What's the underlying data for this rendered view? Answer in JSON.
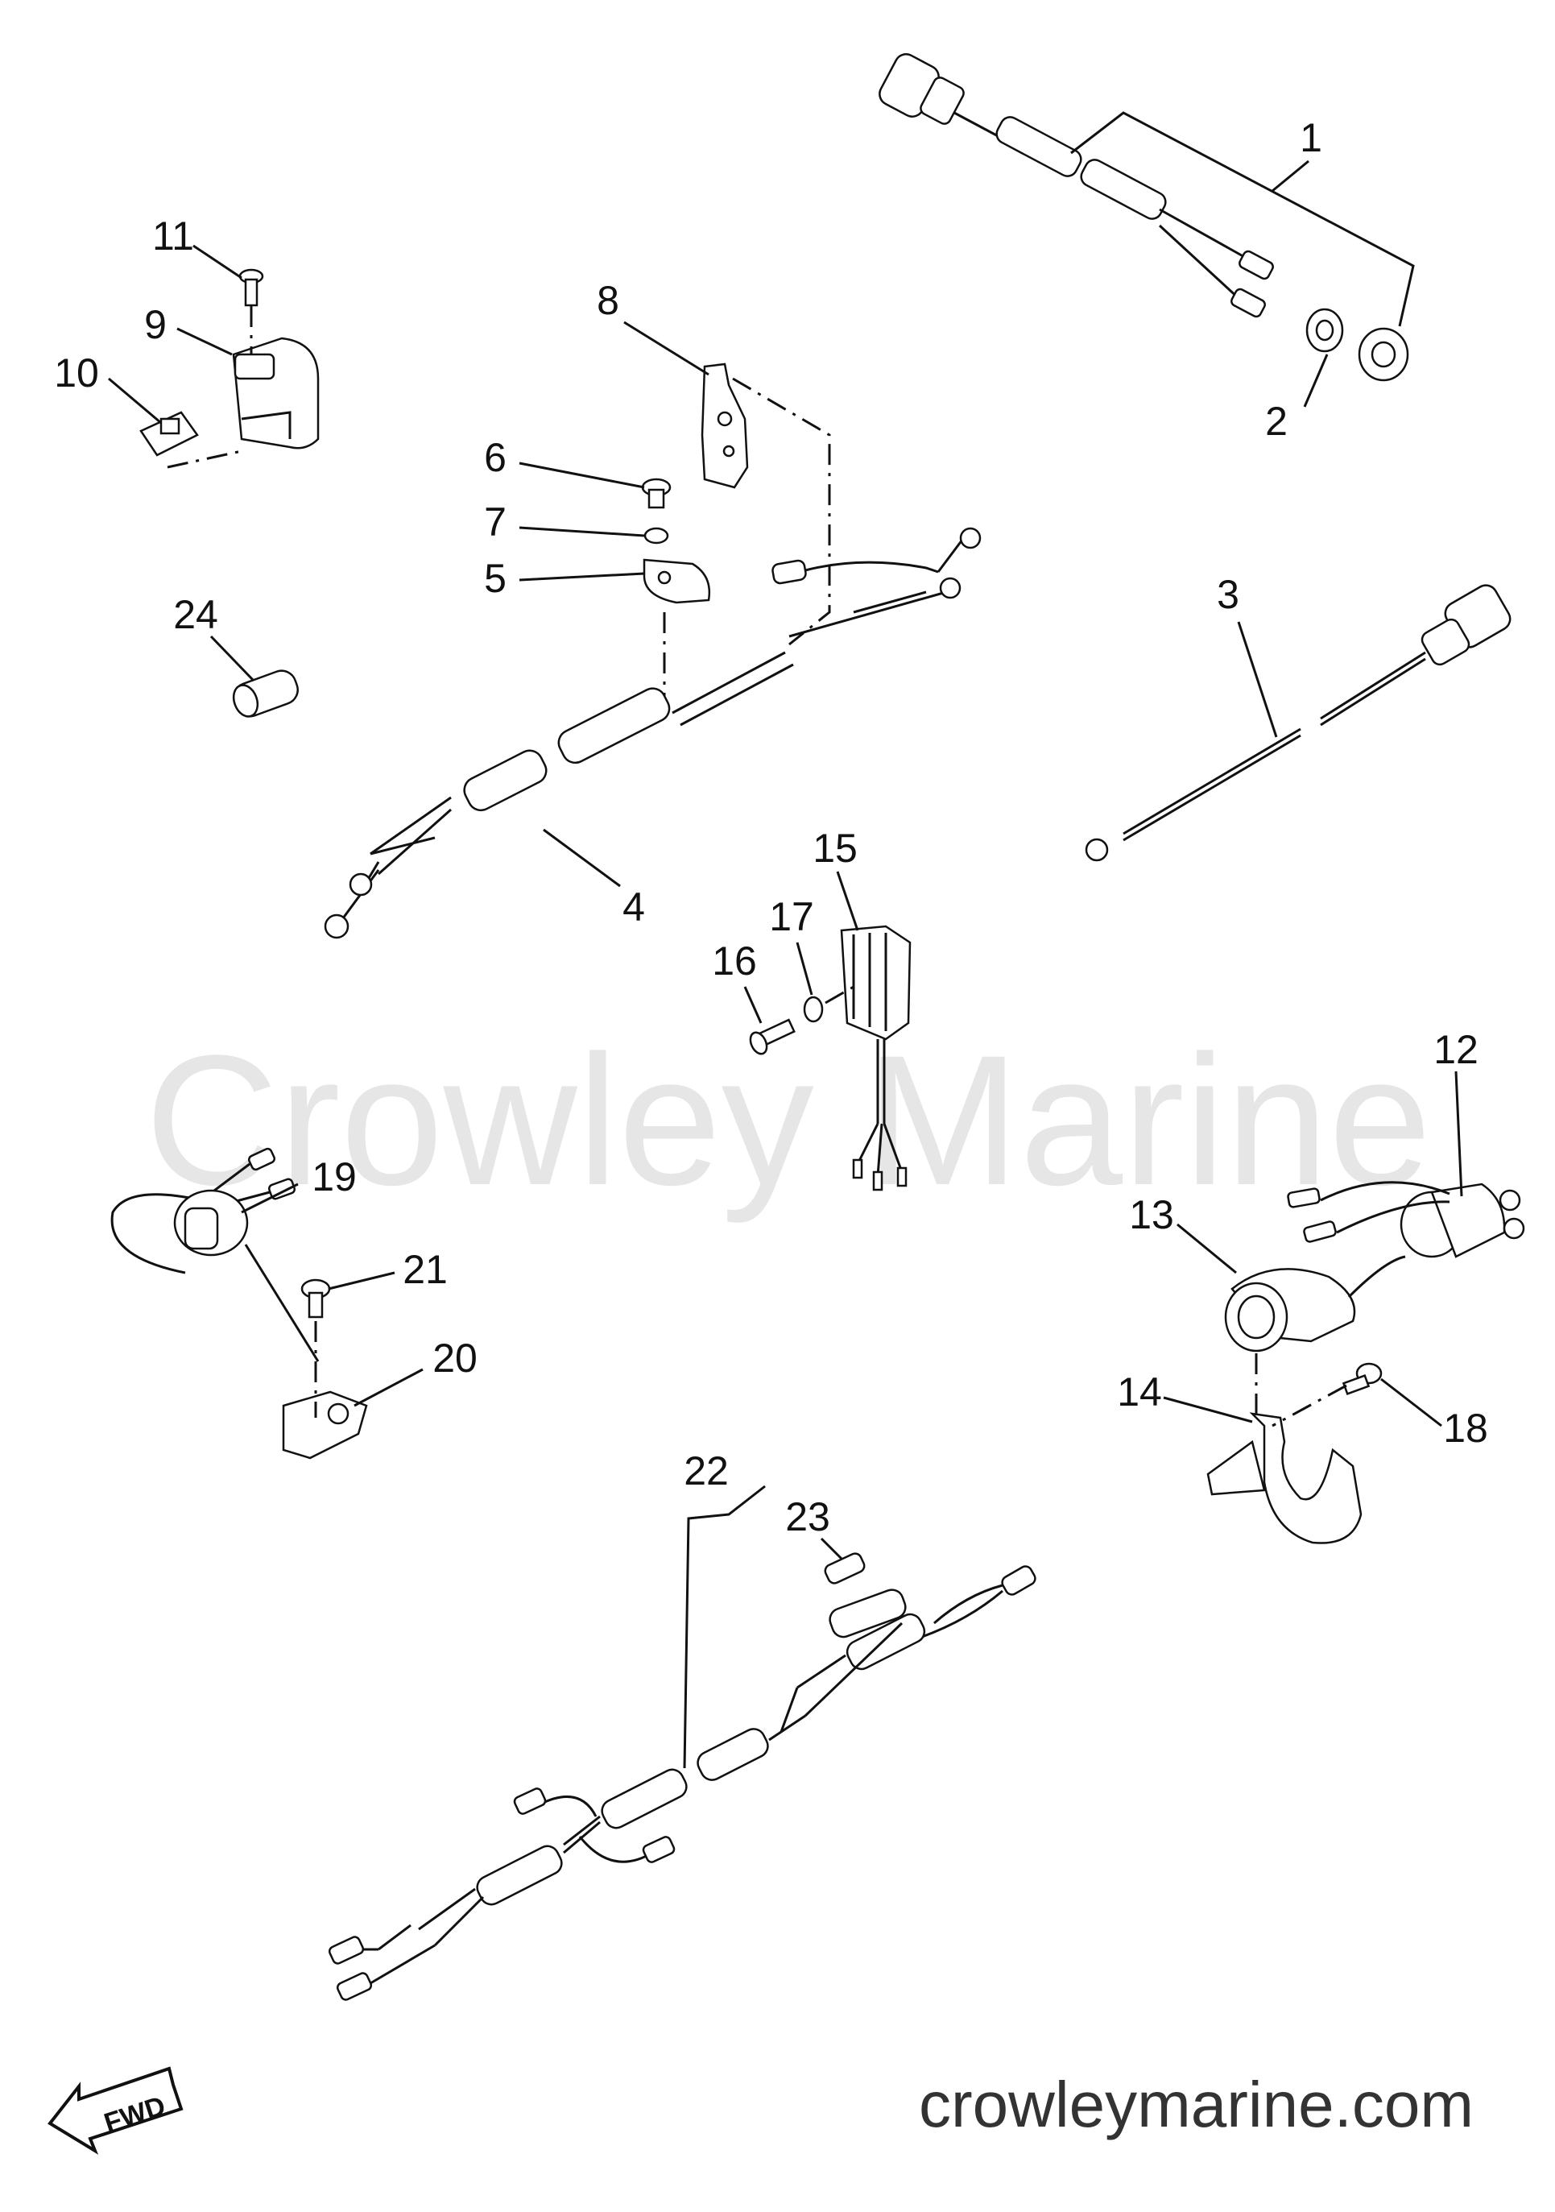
{
  "watermark": "Crowley Marine",
  "website": "crowleymarine.com",
  "direction_label": "FWD",
  "callouts": [
    "1",
    "2",
    "3",
    "4",
    "5",
    "6",
    "7",
    "8",
    "9",
    "10",
    "11",
    "12",
    "13",
    "14",
    "15",
    "16",
    "17",
    "18",
    "19",
    "20",
    "21",
    "22",
    "23",
    "24"
  ]
}
